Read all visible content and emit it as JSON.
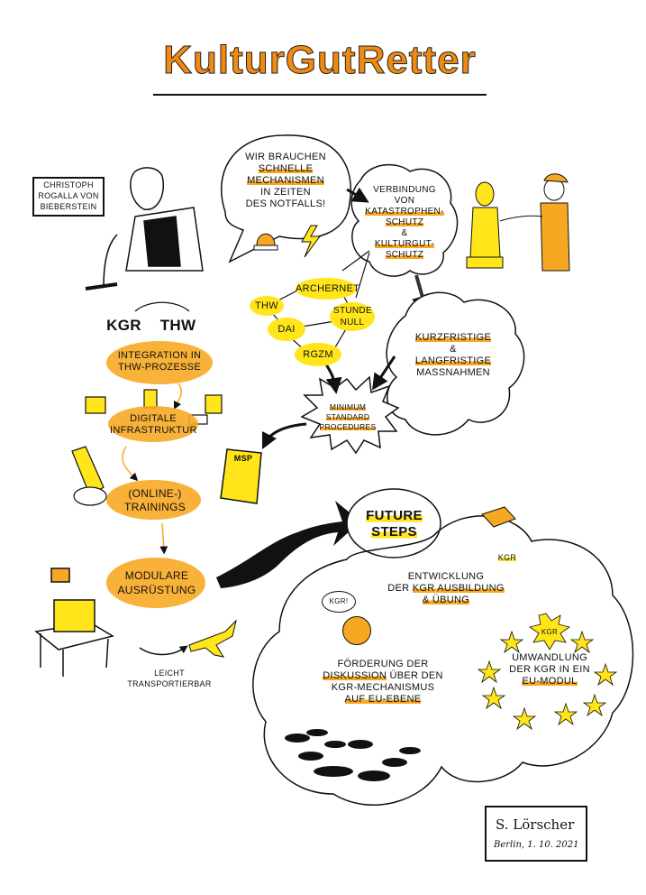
{
  "title": "KulturGutRetter",
  "speaker": "Christoph Rogalla von Bieberstein",
  "speech_bubble": {
    "line1": "Wir brauchen",
    "line2": "schnelle",
    "line3": "Mechanismen",
    "line4": "in Zeiten",
    "line5": "des Notfalls!"
  },
  "verbindung": {
    "line1": "Verbindung",
    "line2": "von",
    "line3": "Katastrophen-",
    "line4": "schutz",
    "line5": "&",
    "line6": "Kulturgut-",
    "line7": "schutz"
  },
  "network": {
    "archernet": "Archernet",
    "thw": "THW",
    "dai": "DAI",
    "stunde_null": "Stunde Null",
    "rgzm": "RGZM"
  },
  "massnahmen": {
    "line1": "Kurzfristige",
    "line2": "&",
    "line3": "Langfristige",
    "line4": "Massnahmen"
  },
  "msp": {
    "label": "Minimum Standard Procedures",
    "notepad": "MSP"
  },
  "left_flow": {
    "kgr": "KGR",
    "thw": "THW",
    "integration": "Integration in THW-Prozesse",
    "digitale": "Digitale Infrastruktur",
    "trainings": "(Online-) Trainings",
    "modulare": "Modulare Ausrüstung",
    "leicht": "Leicht transportierbar"
  },
  "future": {
    "title_line1": "Future",
    "title_line2": "Steps",
    "cap_label": "KGR",
    "entwicklung_line1": "Entwicklung",
    "entwicklung_line2a": "der",
    "entwicklung_line2b": "KGR Ausbildung",
    "entwicklung_line3": "& Übung",
    "speech_kgr": "KGR!",
    "foerderung_line1": "Förderung der",
    "foerderung_line2a": "Diskussion",
    "foerderung_line2b": "über den",
    "foerderung_line3": "KGR-Mechanismus",
    "foerderung_line4": "auf EU-Ebene",
    "star_label": "KGR",
    "umwandlung_line1": "Umwandlung",
    "umwandlung_line2": "der KGR in ein",
    "umwandlung_line3": "EU-Modul"
  },
  "signature": {
    "name": "S. Lörscher",
    "place_date": "Berlin, 1. 10. 2021"
  },
  "colors": {
    "orange": "#f7a823",
    "yellow": "#ffe51a",
    "ink": "#111111",
    "title": "#f08a12"
  }
}
